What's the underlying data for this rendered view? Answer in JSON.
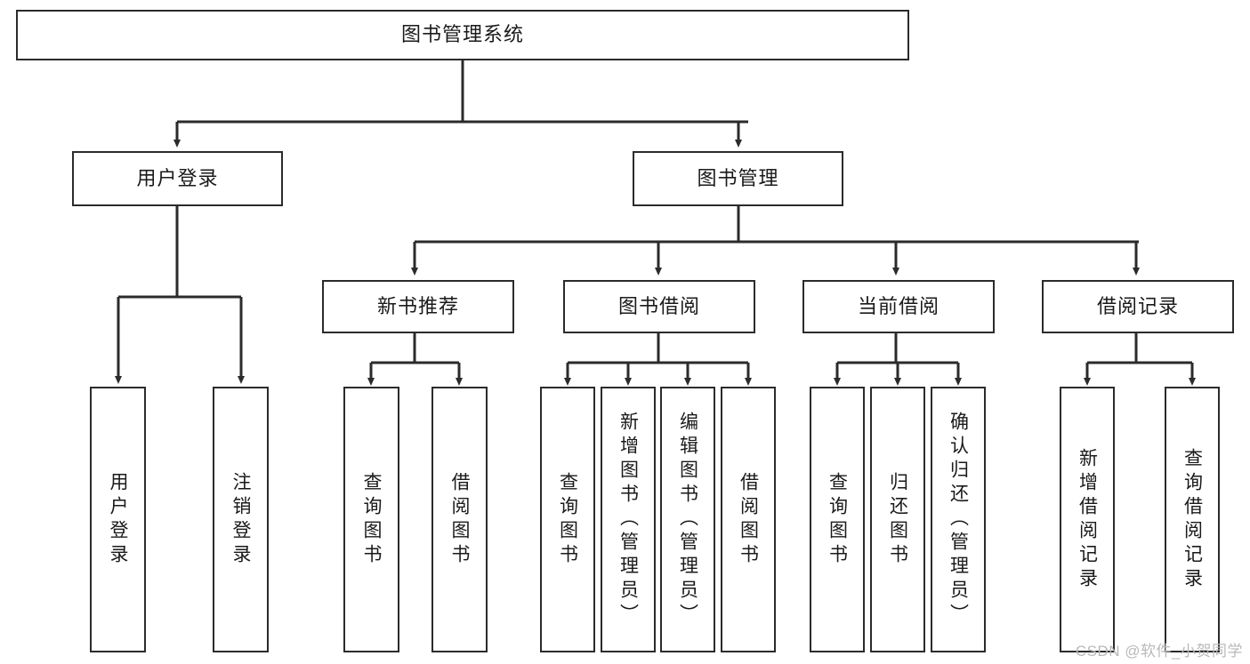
{
  "diagram": {
    "type": "tree-hierarchy-chart",
    "title": "图书管理系统",
    "colors": {
      "box_border": "#2b2b2b",
      "box_fill": "#ffffff",
      "line": "#2b2b2b",
      "text": "#1a1a1a",
      "watermark": "#b9b9b9"
    },
    "root": {
      "label": "图书管理系统"
    },
    "level2": [
      {
        "id": "user-login",
        "label": "用户登录"
      },
      {
        "id": "book-management",
        "label": "图书管理"
      }
    ],
    "level3": [
      {
        "id": "new-book-recommend",
        "label": "新书推荐"
      },
      {
        "id": "book-borrow",
        "label": "图书借阅"
      },
      {
        "id": "current-borrow",
        "label": "当前借阅"
      },
      {
        "id": "borrow-record",
        "label": "借阅记录"
      }
    ],
    "leaves": {
      "user_login": [
        {
          "id": "leaf-user-login",
          "label": "用户登录"
        },
        {
          "id": "leaf-user-logout",
          "label": "注销登录"
        }
      ],
      "new_book_recommend": [
        {
          "id": "leaf-query-book-1",
          "label": "查询图书"
        },
        {
          "id": "leaf-borrow-book-1",
          "label": "借阅图书"
        }
      ],
      "book_borrow": [
        {
          "id": "leaf-query-book-2",
          "label": "查询图书"
        },
        {
          "id": "leaf-add-book",
          "label": "新增图书（管理员）"
        },
        {
          "id": "leaf-edit-book",
          "label": "编辑图书（管理员）"
        },
        {
          "id": "leaf-borrow-book-2",
          "label": "借阅图书"
        }
      ],
      "current_borrow": [
        {
          "id": "leaf-query-book-3",
          "label": "查询图书"
        },
        {
          "id": "leaf-return-book",
          "label": "归还图书"
        },
        {
          "id": "leaf-confirm-return",
          "label": "确认归还（管理员）"
        }
      ],
      "borrow_record": [
        {
          "id": "leaf-add-record",
          "label": "新增借阅记录"
        },
        {
          "id": "leaf-query-record",
          "label": "查询借阅记录"
        }
      ]
    }
  },
  "watermark": {
    "text": "CSDN @软件_小贺同学"
  }
}
